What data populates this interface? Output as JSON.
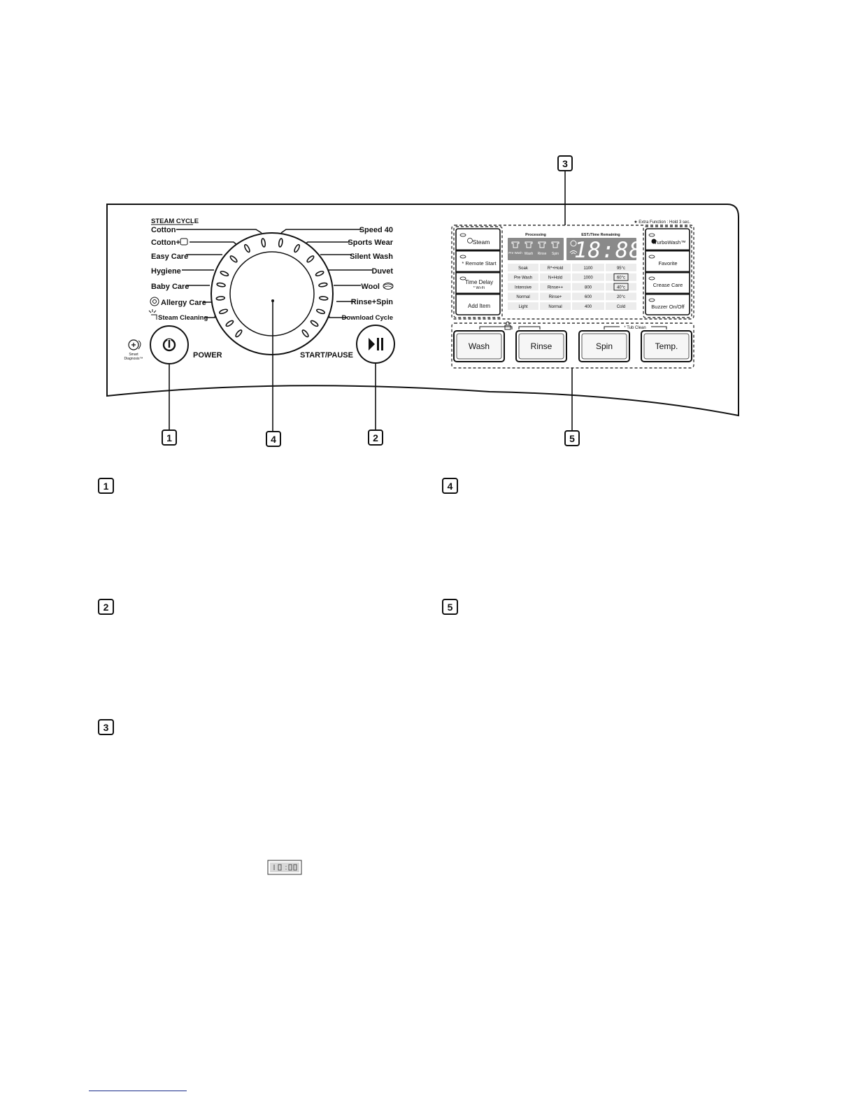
{
  "dial": {
    "steam_cycle_label": "STEAM CYCLE",
    "left_programs": [
      "Cotton",
      "Cotton+",
      "Easy Care",
      "Hygiene",
      "Baby Care",
      "Allergy Care",
      "Steam Cleaning"
    ],
    "right_programs": [
      "Speed 40",
      "Sports Wear",
      "Silent Wash",
      "Duvet",
      "Wool",
      "Rinse+Spin",
      "Download Cycle"
    ]
  },
  "power": {
    "label": "POWER",
    "smart_diagnosis_line1": "Smart",
    "smart_diagnosis_line2": "Diagnosis™"
  },
  "start_pause": {
    "label": "START/PAUSE"
  },
  "left_buttons": [
    {
      "label": "Steam",
      "sub": ""
    },
    {
      "label": "* Remote Start",
      "sub": ""
    },
    {
      "label": "Time Delay",
      "sub": "* Wi-Fi"
    },
    {
      "label": "Add Item",
      "sub": ""
    }
  ],
  "display": {
    "processing_label": "Processing",
    "est_label": "EST./Time Remaining",
    "stages": [
      "Pre Wash",
      "Wash",
      "Rinse",
      "Spin"
    ],
    "digits": "18:88",
    "options_table": [
      [
        "Soak",
        "R*+Hold",
        "1100",
        "95°c"
      ],
      [
        "Pre Wash",
        "N+Hold",
        "1000",
        "60°c"
      ],
      [
        "Intensive",
        "Rinse++",
        "800",
        "40°c"
      ],
      [
        "Normal",
        "Rinse+",
        "600",
        "20°c"
      ],
      [
        "Light",
        "Normal",
        "400",
        "Cold"
      ]
    ]
  },
  "extra_function_note": "★ Extra Function : Hold 3 sec.",
  "right_buttons": [
    "TurboWash™",
    "Favorite",
    "Crease Care",
    "Buzzer On/Off"
  ],
  "bottom_buttons": [
    "Wash",
    "Rinse",
    "Spin",
    "Temp."
  ],
  "tub_clean_label": "* Tub Clean",
  "callouts": [
    "1",
    "2",
    "3",
    "4",
    "5"
  ],
  "legend_numbers": [
    "1",
    "4",
    "2",
    "5",
    "3"
  ]
}
